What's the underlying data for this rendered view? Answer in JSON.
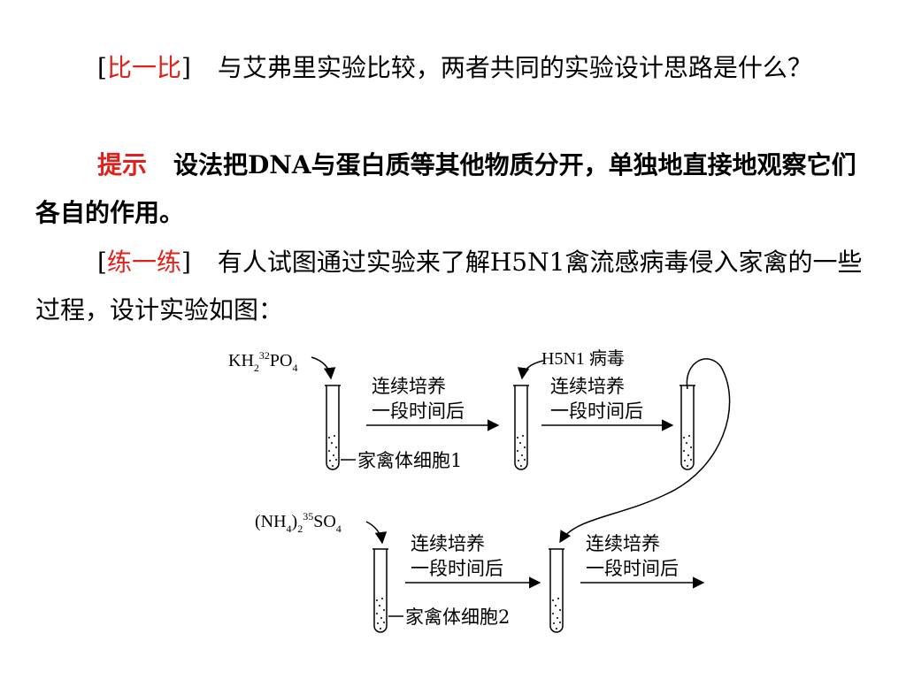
{
  "paragraph1": {
    "open_bracket": "[",
    "tag": "比一比",
    "close_bracket": "]",
    "text": "与艾弗里实验比较，两者共同的实验设计思路是什么？"
  },
  "paragraph2": {
    "tag": "提示",
    "text": "设法把DNA与蛋白质等其他物质分开，单独地直接地观察它们各自的作用。"
  },
  "paragraph3": {
    "open_bracket": "[",
    "tag": "练一练",
    "close_bracket": "]",
    "text": "有人试图通过实验来了解H5N1禽流感病毒侵入家禽的一些过程，设计实验如图："
  },
  "diagram": {
    "reagent1": {
      "base": "KH",
      "sub1": "2",
      "sup": "32",
      "tail": "PO",
      "sub2": "4"
    },
    "reagent2": {
      "open": "(NH",
      "sub1": "4",
      "close": ")",
      "sub2": "2",
      "sup": "35",
      "tail": "SO",
      "sub3": "4"
    },
    "virus_label": "H5N1 病毒",
    "culture_line1": "连续培养",
    "culture_line2": "一段时间后",
    "cell1_label": "家禽体细胞1",
    "cell2_label": "家禽体细胞2"
  },
  "colors": {
    "highlight": "#e0201a",
    "text": "#000000"
  }
}
